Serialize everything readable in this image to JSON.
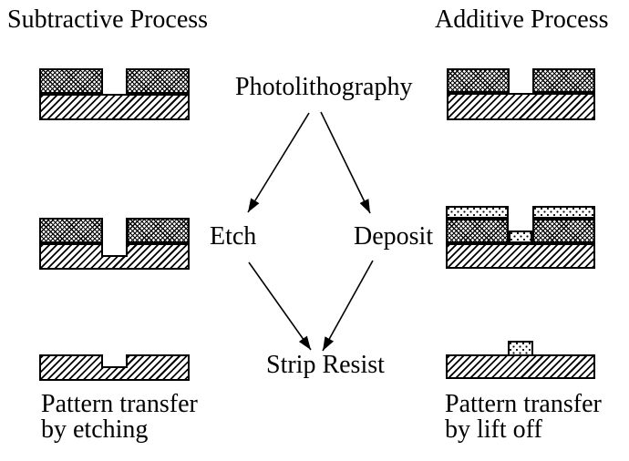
{
  "page": {
    "background": "#ffffff",
    "ink": "#000000"
  },
  "titles": {
    "subtractive": "Subtractive Process",
    "additive": "Additive Process"
  },
  "flow": {
    "photolithography": "Photolithography",
    "etch": "Etch",
    "deposit": "Deposit",
    "strip_resist": "Strip Resist"
  },
  "captions": {
    "subtractive_line1": "Pattern transfer",
    "subtractive_line2": "by etching",
    "additive_line1": "Pattern transfer",
    "additive_line2": "by lift off"
  },
  "patterns": {
    "resist": "diagonal-crosshatch",
    "film": "diagonal-hatch",
    "deposit": "stipple-dots"
  }
}
